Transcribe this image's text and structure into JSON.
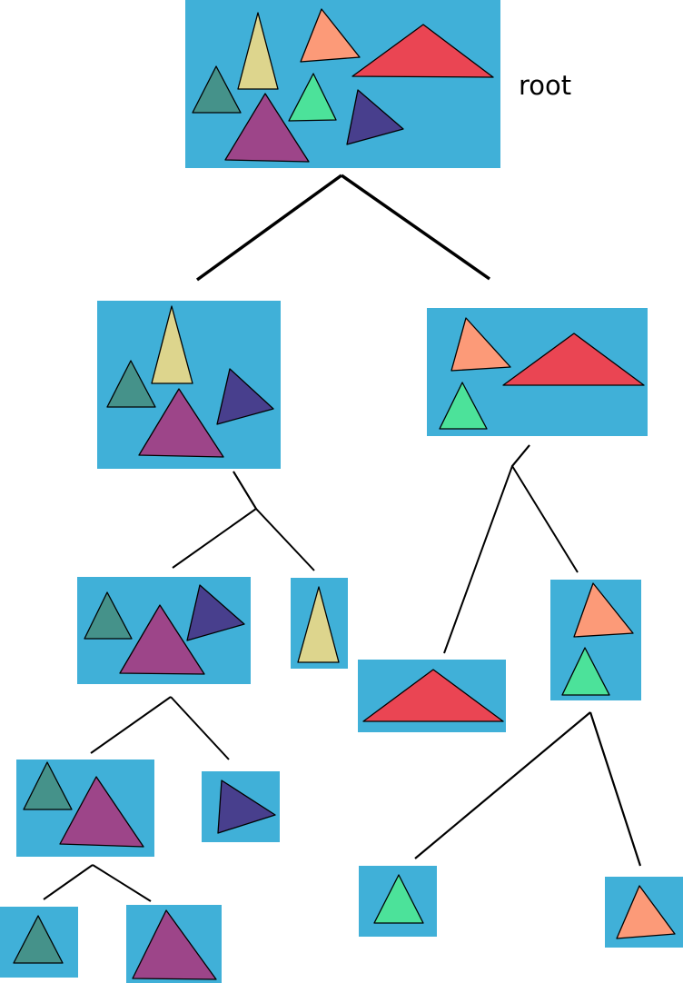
{
  "root_label": "root",
  "colors": {
    "node_fill": "#40b0d8",
    "teal": "#45928a",
    "khaki": "#ddd58d",
    "salmon": "#fc9a78",
    "red": "#ea4553",
    "mint": "#4ce29a",
    "magenta": "#9d4589",
    "indigo": "#483f8d"
  },
  "nodes": [
    {
      "id": "root",
      "triangles": [
        "teal",
        "khaki",
        "magenta",
        "salmon",
        "mint",
        "red",
        "indigo"
      ]
    },
    {
      "id": "left",
      "triangles": [
        "teal",
        "khaki",
        "magenta",
        "indigo"
      ]
    },
    {
      "id": "right",
      "triangles": [
        "salmon",
        "red",
        "mint"
      ]
    },
    {
      "id": "left-left",
      "triangles": [
        "teal",
        "magenta",
        "indigo"
      ]
    },
    {
      "id": "left-right",
      "triangles": [
        "khaki"
      ]
    },
    {
      "id": "right-left",
      "triangles": [
        "red"
      ]
    },
    {
      "id": "right-right",
      "triangles": [
        "salmon",
        "mint"
      ]
    },
    {
      "id": "lll",
      "triangles": [
        "teal",
        "magenta"
      ]
    },
    {
      "id": "llr",
      "triangles": [
        "indigo"
      ]
    },
    {
      "id": "rrl",
      "triangles": [
        "mint"
      ]
    },
    {
      "id": "rrr",
      "triangles": [
        "salmon"
      ]
    },
    {
      "id": "llll",
      "triangles": [
        "teal"
      ]
    },
    {
      "id": "lllr",
      "triangles": [
        "magenta"
      ]
    }
  ],
  "edges": [
    {
      "from": "root",
      "to": "left"
    },
    {
      "from": "root",
      "to": "right"
    },
    {
      "from": "left",
      "to": "left-left"
    },
    {
      "from": "left",
      "to": "left-right"
    },
    {
      "from": "right",
      "to": "right-left"
    },
    {
      "from": "right",
      "to": "right-right"
    },
    {
      "from": "left-left",
      "to": "lll"
    },
    {
      "from": "left-left",
      "to": "llr"
    },
    {
      "from": "right-right",
      "to": "rrl"
    },
    {
      "from": "right-right",
      "to": "rrr"
    },
    {
      "from": "lll",
      "to": "llll"
    },
    {
      "from": "lll",
      "to": "lllr"
    }
  ]
}
